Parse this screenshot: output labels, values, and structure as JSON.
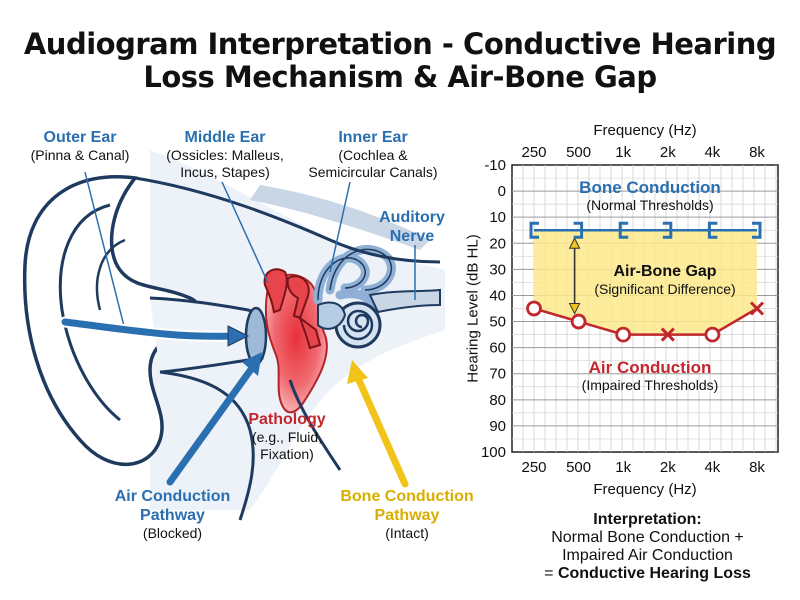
{
  "title": {
    "line1": "Audiogram Interpretation - Conductive Hearing",
    "line2": "Loss Mechanism & Air-Bone Gap"
  },
  "ear": {
    "outer_ear": {
      "title": "Outer Ear",
      "sub": "(Pinna & Canal)"
    },
    "middle_ear": {
      "title": "Middle Ear",
      "sub1": "(Ossicles: Malleus,",
      "sub2": "Incus, Stapes)"
    },
    "inner_ear": {
      "title": "Inner Ear",
      "sub1": "(Cochlea &",
      "sub2": "Semicircular Canals)"
    },
    "auditory_nerve": {
      "line1": "Auditory",
      "line2": "Nerve"
    },
    "pathology": {
      "title": "Pathology",
      "sub1": "(e.g., Fluid,",
      "sub2": "Fixation)"
    },
    "air_pathway": {
      "line1": "Air Conduction",
      "line2": "Pathway",
      "sub": "(Blocked)"
    },
    "bone_pathway": {
      "line1": "Bone Conduction",
      "line2": "Pathway",
      "sub": "(Intact)"
    }
  },
  "colors": {
    "blue": "#2a6fb0",
    "red": "#c1272d",
    "yellow": "#f0c419",
    "gap_fill": "#fbe98a"
  },
  "chart_data": {
    "type": "line",
    "title": "",
    "xlabel": "Frequency (Hz)",
    "ylabel": "Hearing Level (dB HL)",
    "categories": [
      "250",
      "500",
      "1k",
      "2k",
      "4k",
      "8k"
    ],
    "y_ticks": [
      "-10",
      "0",
      "10",
      "20",
      "30",
      "40",
      "50",
      "60",
      "70",
      "80",
      "90",
      "100"
    ],
    "ylim": [
      -10,
      100
    ],
    "y_inverted": true,
    "grid": true,
    "series": [
      {
        "name": "Bone Conduction",
        "subtitle": "(Normal Thresholds)",
        "values": [
          15,
          15,
          15,
          15,
          15,
          15
        ],
        "marker": "bracket"
      },
      {
        "name": "Air Conduction",
        "subtitle": "(Impaired Thresholds)",
        "values": [
          45,
          50,
          55,
          55,
          55,
          45
        ],
        "markers": [
          "o",
          "o",
          "o",
          "x",
          "o",
          "x"
        ]
      }
    ],
    "annotation": {
      "title": "Air-Bone Gap",
      "sub": "(Significant Difference)"
    }
  },
  "interpretation": {
    "heading": "Interpretation:",
    "line1": "Normal Bone Conduction +",
    "line2": "Impaired Air Conduction",
    "prefix": "= ",
    "result": "Conductive Hearing Loss"
  }
}
